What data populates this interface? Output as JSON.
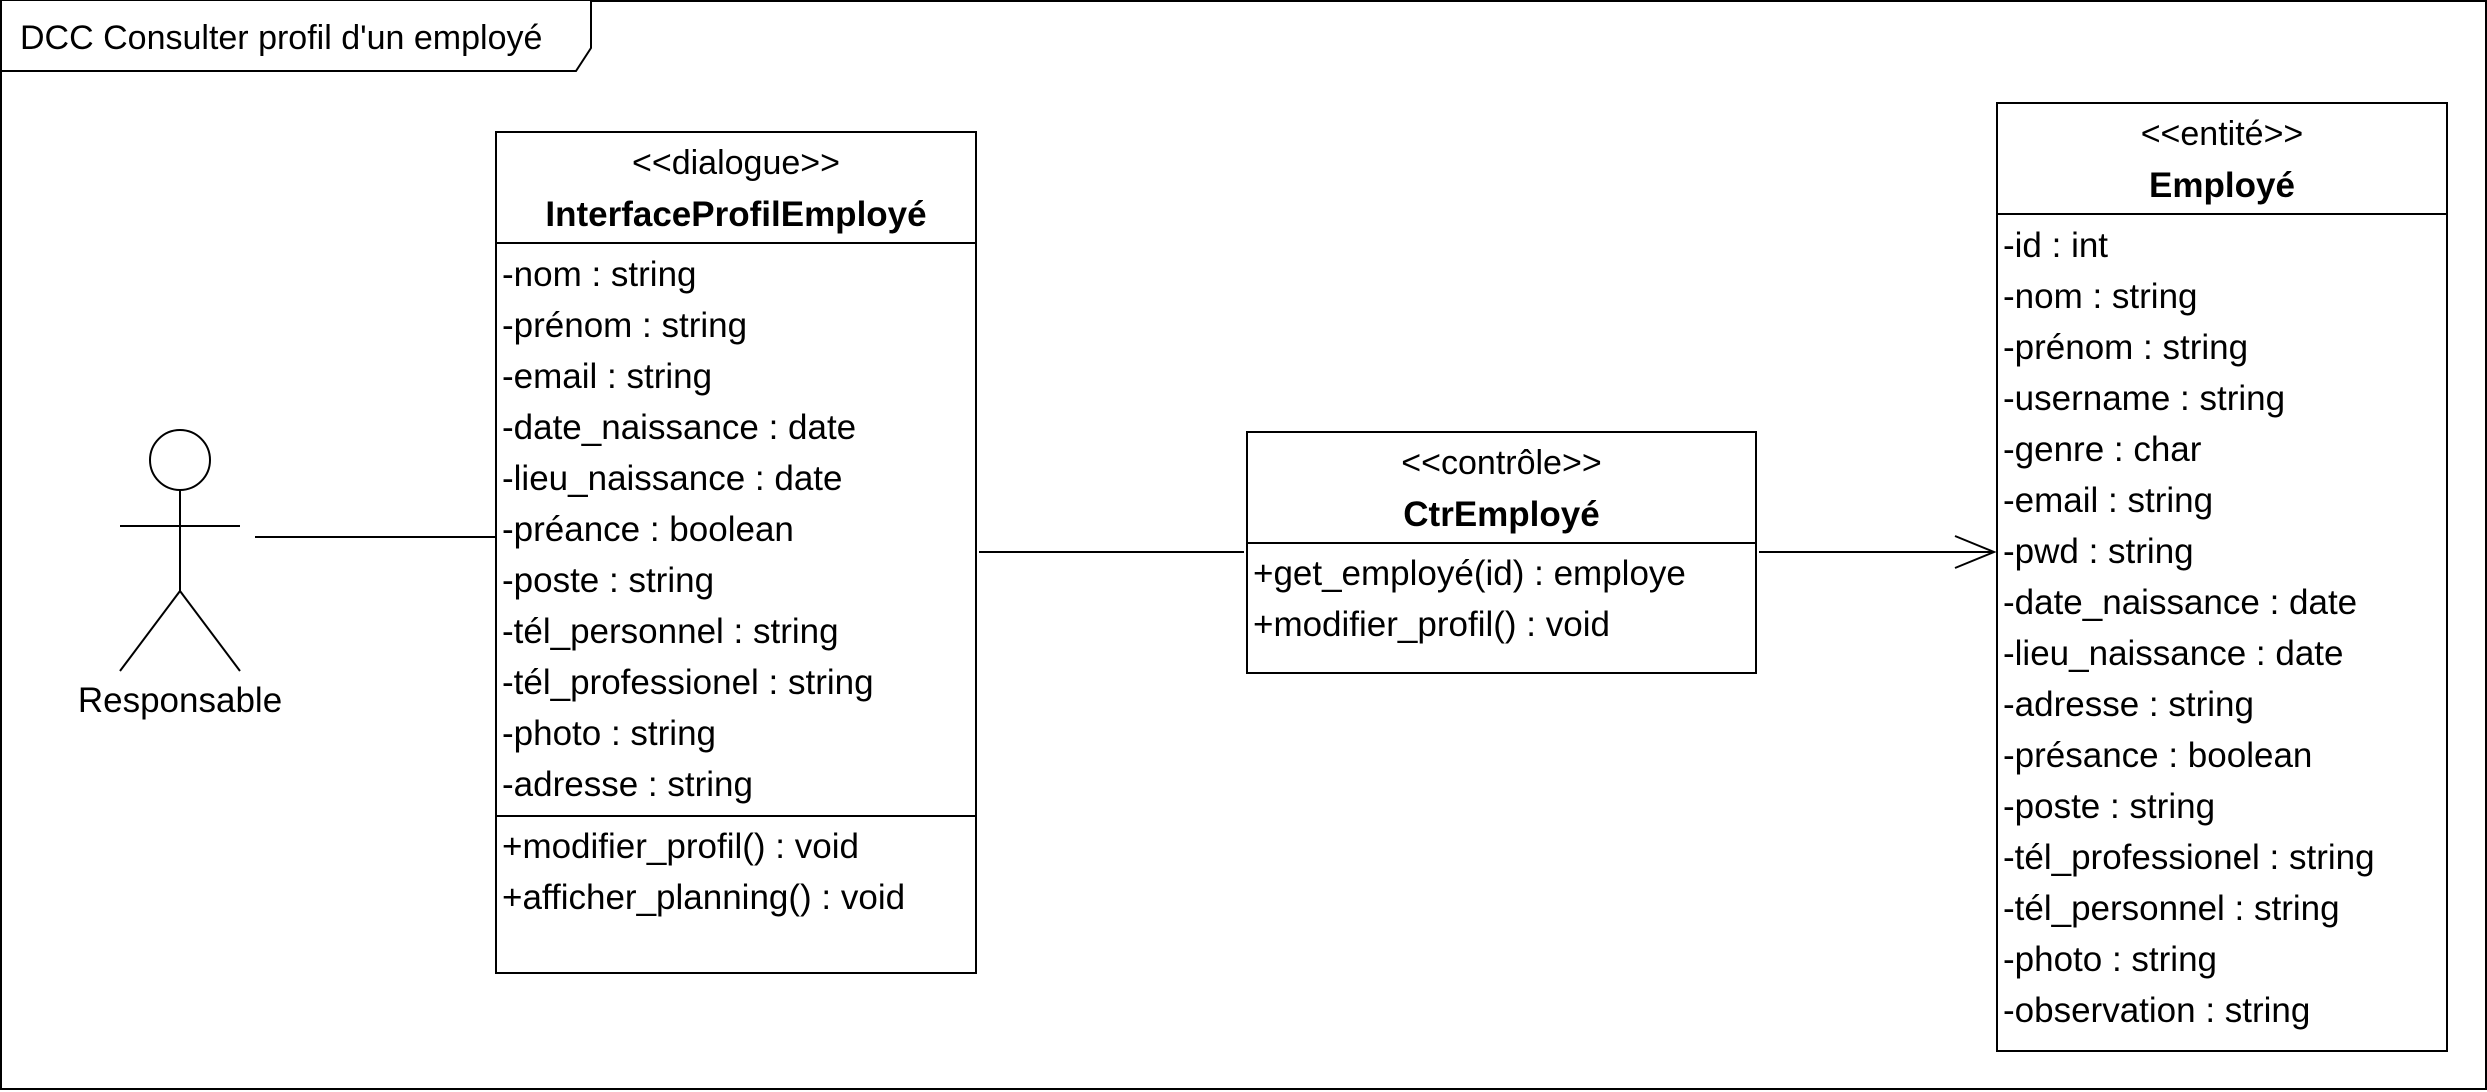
{
  "frame": {
    "title": "DCC Consulter profil d'un employé"
  },
  "actor": {
    "label": "Responsable"
  },
  "interface_class": {
    "stereotype": "<<dialogue>>",
    "name": "InterfaceProfilEmployé",
    "attributes": [
      "-nom : string",
      "-prénom : string",
      "-email : string",
      "-date_naissance : date",
      "-lieu_naissance : date",
      "-préance : boolean",
      "-poste : string",
      "-tél_personnel : string",
      "-tél_professionel : string",
      "-photo : string",
      "-adresse : string"
    ],
    "operations": [
      "+modifier_profil() : void",
      "+afficher_planning() : void"
    ]
  },
  "control_class": {
    "stereotype": "<<contrôle>>",
    "name": "CtrEmployé",
    "operations": [
      "+get_employé(id) : employe",
      "+modifier_profil() : void"
    ]
  },
  "entity_class": {
    "stereotype": "<<entité>>",
    "name": "Employé",
    "attributes": [
      "-id : int",
      "-nom : string",
      "-prénom : string",
      "-username : string",
      "-genre : char",
      "-email : string",
      "-pwd : string",
      "-date_naissance : date",
      "-lieu_naissance : date",
      "-adresse : string",
      "-présance : boolean",
      "-poste : string",
      "-tél_professionel : string",
      "-tél_personnel : string",
      "-photo : string",
      "-observation : string"
    ]
  }
}
